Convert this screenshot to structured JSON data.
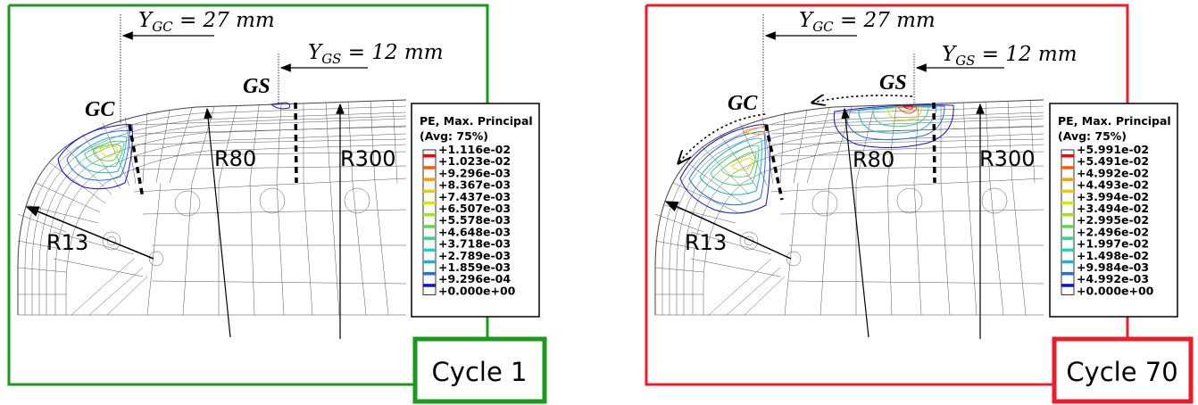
{
  "panels": [
    {
      "id": "cycle1",
      "frame_color": "#1a9a1a",
      "cycle_label": "Cycle 1",
      "ygc_label": "Y",
      "ygc_sub": "GC",
      "ygc_value": " = 27 mm",
      "ygs_label": "Y",
      "ygs_sub": "GS",
      "ygs_value": " = 12 mm",
      "gc_label": "GC",
      "gs_label": "GS",
      "r80_label": "R80",
      "r300_label": "R300",
      "r13_label": "R13",
      "legend_title_1": "PE, Max. Principal",
      "legend_title_2": "(Avg: 75%)",
      "legend_values": [
        "+1.116e-02",
        "+1.023e-02",
        "+9.296e-03",
        "+8.367e-03",
        "+7.437e-03",
        "+6.507e-03",
        "+5.578e-03",
        "+4.648e-03",
        "+3.718e-03",
        "+2.789e-03",
        "+1.859e-03",
        "+9.296e-04",
        "+0.000e+00"
      ],
      "legend_colors": [
        "#ff0000",
        "#ff5a00",
        "#ff9a00",
        "#f5c800",
        "#d6e600",
        "#a8e020",
        "#60d840",
        "#30d880",
        "#20d0c0",
        "#20b0e0",
        "#2070e0",
        "#1010d0",
        "#ffffff"
      ]
    },
    {
      "id": "cycle70",
      "frame_color": "#ee1c24",
      "cycle_label": "Cycle 70",
      "ygc_label": "Y",
      "ygc_sub": "GC",
      "ygc_value": " = 27 mm",
      "ygs_label": "Y",
      "ygs_sub": "GS",
      "ygs_value": " = 12 mm",
      "gc_label": "GC",
      "gs_label": "GS",
      "r80_label": "R80",
      "r300_label": "R300",
      "r13_label": "R13",
      "legend_title_1": "PE, Max. Principal",
      "legend_title_2": "(Avg: 75%)",
      "legend_values": [
        "+5.991e-02",
        "+5.491e-02",
        "+4.992e-02",
        "+4.493e-02",
        "+3.994e-02",
        "+3.494e-02",
        "+2.995e-02",
        "+2.496e-02",
        "+1.997e-02",
        "+1.498e-02",
        "+9.984e-03",
        "+4.992e-03",
        "+0.000e+00"
      ],
      "legend_colors": [
        "#ff0000",
        "#ff5a00",
        "#ff9a00",
        "#f5c800",
        "#d6e600",
        "#a8e020",
        "#60d840",
        "#30d880",
        "#20d0c0",
        "#20b0e0",
        "#2070e0",
        "#1010d0",
        "#ffffff"
      ]
    }
  ]
}
